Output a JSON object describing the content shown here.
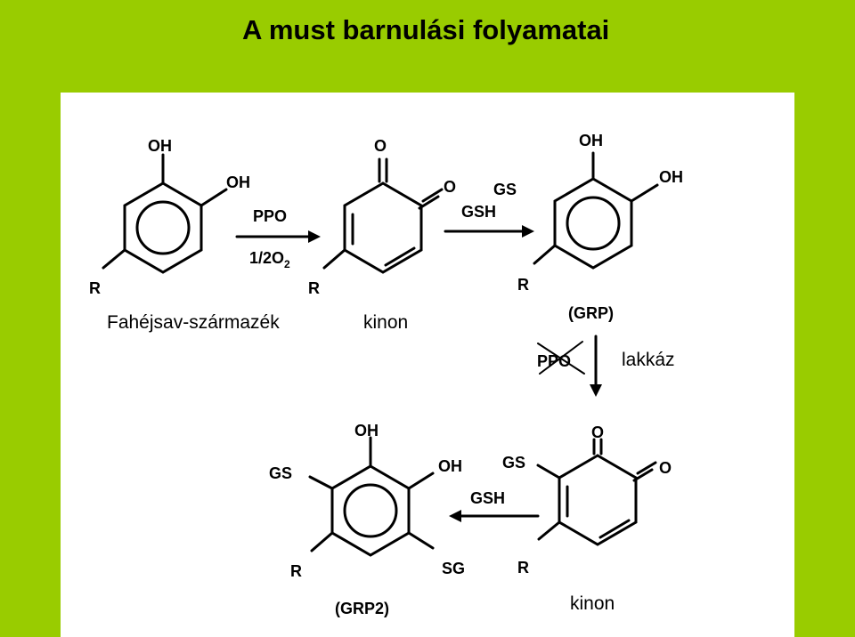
{
  "title": "A must barnulási folyamatai",
  "captions": {
    "cinnamic": "Fahéjsav-származék",
    "quinone1": "kinon",
    "laccase": "lakkáz",
    "quinone2": "kinon"
  },
  "labels": {
    "oh": "OH",
    "o": "O",
    "r": "R",
    "ppo": "PPO",
    "half_o2": "1/2O",
    "o2_sub": "2",
    "gs": "GS",
    "gsh": "GSH",
    "grp": "(GRP)",
    "ppo_crossed": "PPO",
    "sg": "SG",
    "grp2": "(GRP2)"
  }
}
